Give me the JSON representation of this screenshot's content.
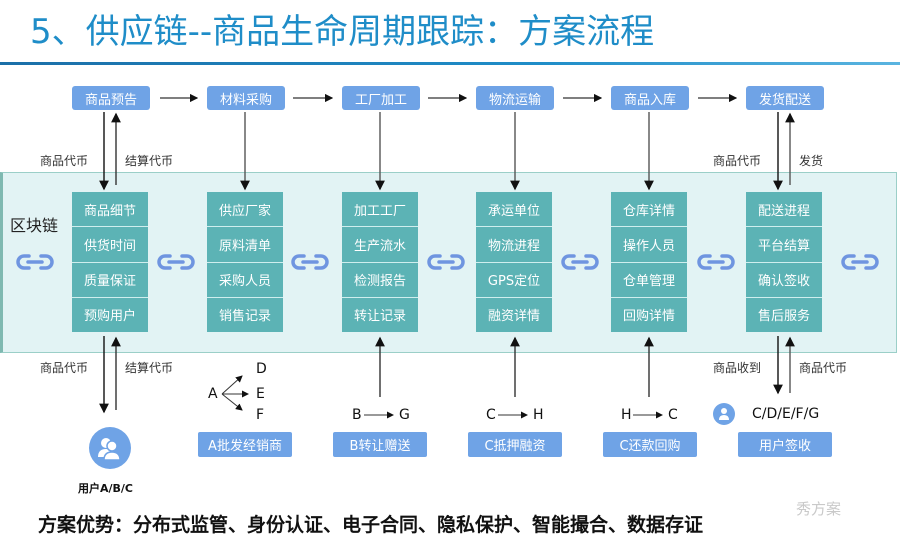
{
  "title": "5、供应链--商品生命周期跟踪：方案流程",
  "stages": [
    "商品预告",
    "材料采购",
    "工厂加工",
    "物流运输",
    "商品入库",
    "发货配送"
  ],
  "chain_label": "区块链",
  "blocks": [
    [
      "商品细节",
      "供货时间",
      "质量保证",
      "预购用户"
    ],
    [
      "供应厂家",
      "原料清单",
      "采购人员",
      "销售记录"
    ],
    [
      "加工工厂",
      "生产流水",
      "检测报告",
      "转让记录"
    ],
    [
      "承运单位",
      "物流进程",
      "GPS定位",
      "融资详情"
    ],
    [
      "仓库详情",
      "操作人员",
      "仓单管理",
      "回购详情"
    ],
    [
      "配送进程",
      "平台结算",
      "确认签收",
      "售后服务"
    ]
  ],
  "flow_labels": {
    "top_left_down": "商品代币",
    "top_left_up": "结算代币",
    "top_right_down": "商品代币",
    "top_right_up": "发货",
    "bottom_left_down": "商品代币",
    "bottom_left_up": "结算代币",
    "bottom_right_down": "商品收到",
    "bottom_right_up": "商品代币"
  },
  "transfers": {
    "a_source": "A",
    "a_targets": [
      "D",
      "E",
      "F"
    ],
    "b_from": "B",
    "b_to": "G",
    "c_from": "C",
    "c_to": "H",
    "h_from": "H",
    "h_to": "C",
    "users_letters": "C/D/E/F/G"
  },
  "actions": [
    "A批发经销商",
    "B转让赠送",
    "C抵押融资",
    "C还款回购",
    "用户签收"
  ],
  "user_caption": "用户A/B/C",
  "advantages": "方案优势：分布式监管、身份认证、电子合同、隐私保护、智能撮合、数据存证",
  "watermark": "秀方案",
  "colors": {
    "title": "#1f8dc8",
    "stage_box": "#6fa3e6",
    "block": "#5cb3b5",
    "chain_band": "#e2f3f4",
    "link_icon": "#6f95e0"
  }
}
